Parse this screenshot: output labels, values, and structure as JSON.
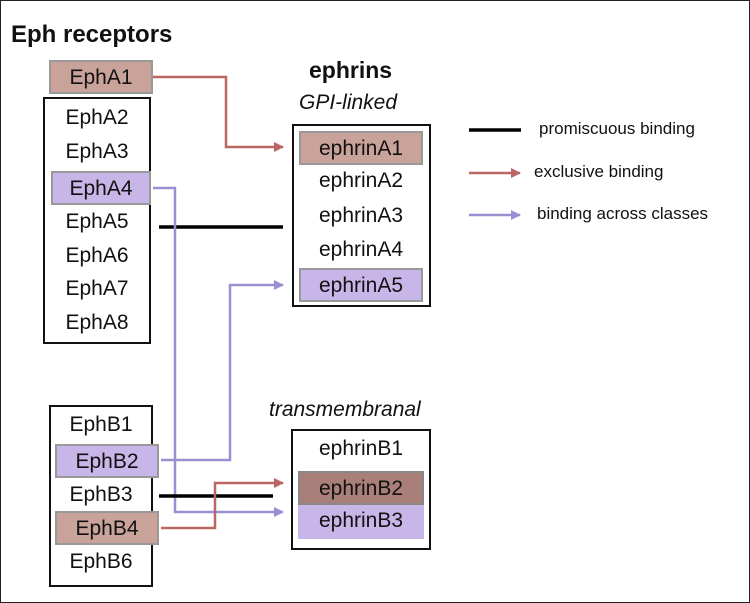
{
  "colors": {
    "promiscuous": "#000000",
    "exclusive": "#b96665",
    "across_classes": "#9a8fd0",
    "exclusive_fill": "#c9a39a",
    "exclusive_fill_dark": "#a97f7a",
    "across_fill": "#c8b6e8"
  },
  "receptors": {
    "title": "Eph receptors",
    "epha1": "EphA1",
    "epha_group": [
      "EphA2",
      "EphA3",
      "EphA4",
      "EphA5",
      "EphA6",
      "EphA7",
      "EphA8"
    ],
    "ephb_group": [
      "EphB1",
      "EphB2",
      "EphB3",
      "EphB4",
      "EphB6"
    ]
  },
  "ephrins": {
    "title": "ephrins",
    "gpi_label": "GPI-linked",
    "gpi_group": [
      "ephrinA1",
      "ephrinA2",
      "ephrinA3",
      "ephrinA4",
      "ephrinA5"
    ],
    "transmembrane_label": "transmembranal",
    "transmembrane_group": [
      "ephrinB1",
      "ephrinB2",
      "ephrinB3"
    ]
  },
  "legend": {
    "promiscuous": "promiscuous binding",
    "exclusive": "exclusive binding",
    "across": "binding across classes"
  }
}
